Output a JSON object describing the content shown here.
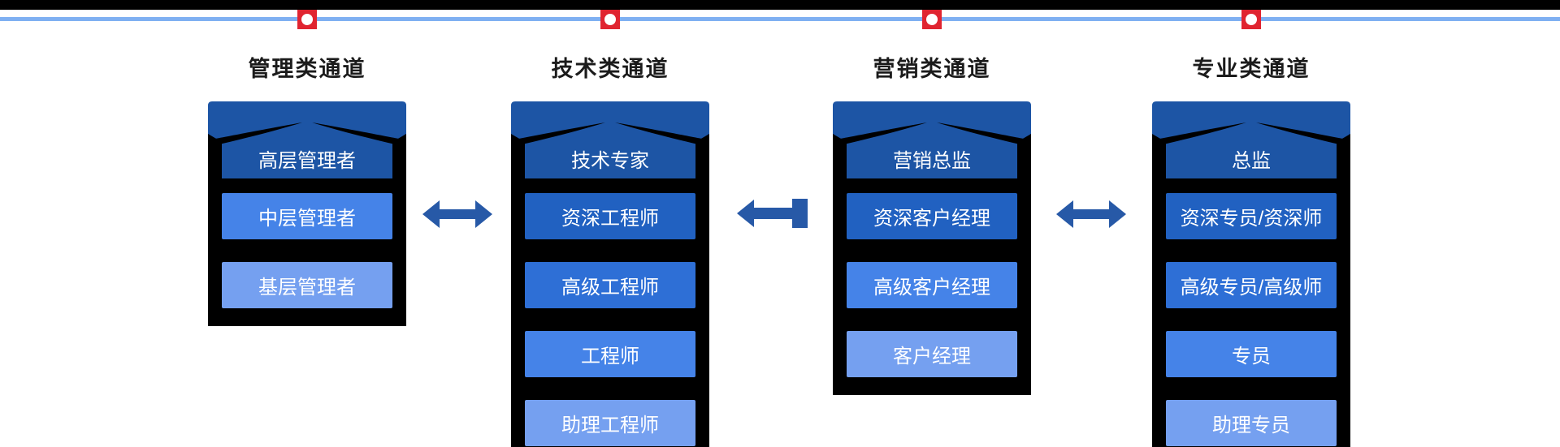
{
  "diagram": {
    "type": "career-ladder-channels",
    "colors": {
      "top_bar": "#000000",
      "timeline_line": "#7FB0F2",
      "marker": "#E02430",
      "marker_dot": "#ffffff",
      "container": "#000000",
      "arrow": "#2759A7",
      "title_text": "#1b1b1b",
      "level_text": "#ffffff",
      "level_palette": [
        "#1D55A5",
        "#2161C1",
        "#2E6FD6",
        "#4583E8",
        "#75A0F0"
      ]
    },
    "columns": [
      {
        "title": "管理类通道",
        "levels": [
          {
            "label": "高层管理者",
            "color": "#1D55A5"
          },
          {
            "label": "中层管理者",
            "color": "#4583E8"
          },
          {
            "label": "基层管理者",
            "color": "#75A0F0"
          }
        ]
      },
      {
        "title": "技术类通道",
        "levels": [
          {
            "label": "技术专家",
            "color": "#1D55A5"
          },
          {
            "label": "资深工程师",
            "color": "#2161C1"
          },
          {
            "label": "高级工程师",
            "color": "#2E6FD6"
          },
          {
            "label": "工程师",
            "color": "#4583E8"
          },
          {
            "label": "助理工程师",
            "color": "#75A0F0"
          }
        ]
      },
      {
        "title": "营销类通道",
        "levels": [
          {
            "label": "营销总监",
            "color": "#1D55A5"
          },
          {
            "label": "资深客户经理",
            "color": "#2161C1"
          },
          {
            "label": "高级客户经理",
            "color": "#4583E8"
          },
          {
            "label": "客户经理",
            "color": "#75A0F0"
          }
        ]
      },
      {
        "title": "专业类通道",
        "levels": [
          {
            "label": "总监",
            "color": "#1D55A5"
          },
          {
            "label": "资深专员/资深师",
            "color": "#2161C1"
          },
          {
            "label": "高级专员/高级师",
            "color": "#2E6FD6"
          },
          {
            "label": "专员",
            "color": "#4583E8"
          },
          {
            "label": "助理专员",
            "color": "#75A0F0"
          }
        ]
      }
    ],
    "arrows": [
      {
        "between": "管理类通道 ↔ 技术类通道",
        "type": "double-headed"
      },
      {
        "between": "营销类通道 → 技术类通道",
        "type": "single-left-with-end-bar"
      },
      {
        "between": "营销类通道 ↔ 专业类通道",
        "type": "double-headed"
      }
    ],
    "timeline_markers": {
      "count": 4,
      "positions": "one above each channel column"
    }
  }
}
